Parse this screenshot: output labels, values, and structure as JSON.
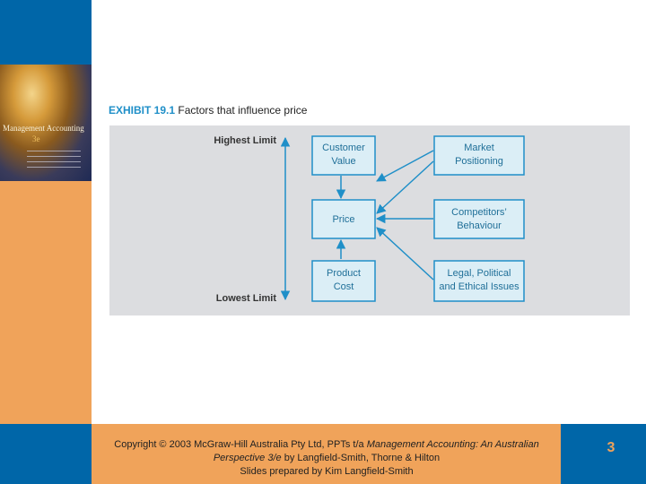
{
  "book": {
    "title": "Management Accounting",
    "edition": "3e"
  },
  "exhibit": {
    "label": "EXHIBIT 19.1",
    "caption": "Factors that influence price"
  },
  "diagram": {
    "scale_top": "Highest Limit",
    "scale_bottom": "Lowest Limit",
    "nodes": {
      "customer_value": [
        "Customer",
        "Value"
      ],
      "price": "Price",
      "product_cost": [
        "Product",
        "Cost"
      ],
      "market_positioning": [
        "Market",
        "Positioning"
      ],
      "competitors_behaviour": [
        "Competitors’",
        "Behaviour"
      ],
      "legal_political": [
        "Legal, Political",
        "and Ethical Issues"
      ]
    },
    "colors": {
      "box_fill": "#dbeef6",
      "box_border": "#1f8fc8",
      "arrow": "#1f8fc8",
      "text": "#1f6f98"
    }
  },
  "footer": {
    "copyright_prefix": "Copyright © 2003 McGraw-Hill Australia Pty Ltd, PPTs t/a ",
    "copyright_title": "Management Accounting: An Australian Perspective 3/e",
    "copyright_suffix": " by Langfield-Smith, Thorne & Hilton",
    "prepared_by": "Slides prepared by Kim Langfield-Smith",
    "slide_number": "3"
  }
}
